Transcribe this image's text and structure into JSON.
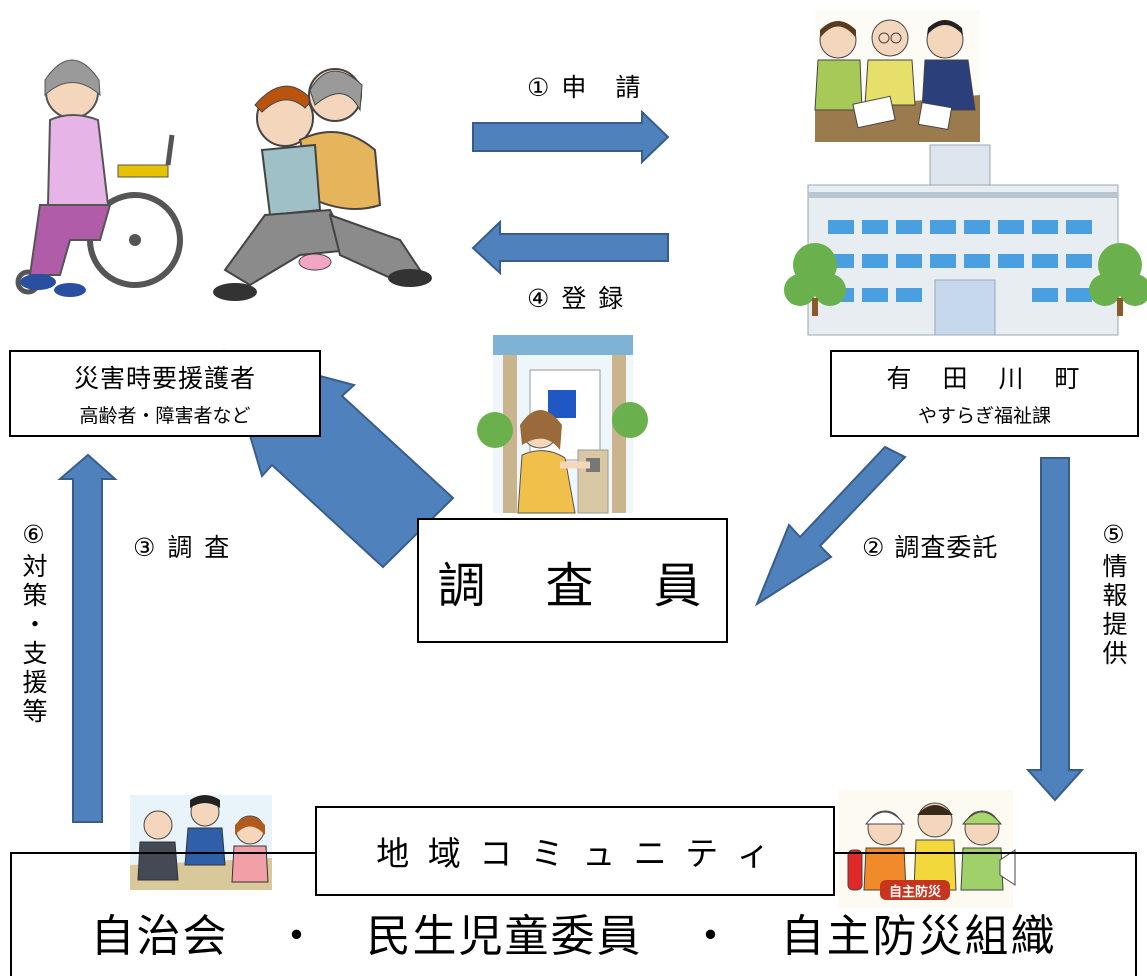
{
  "steps": {
    "apply": "① 申　請",
    "register": "④ 登 録",
    "survey": "③ 調 査",
    "commission": "② 調査委託",
    "support": "⑥対策・支援等",
    "info": "⑤情報提供"
  },
  "boxes": {
    "people_title": "災害時要援護者",
    "people_sub": "高齢者・障害者など",
    "town_title": "有　田　川　町",
    "town_dept": "やすらぎ福祉課",
    "surveyor": "調　査　員",
    "community": "地 域 コ ミ ュ ニ テ ィ",
    "orgs": "自治会　・　民生児童委員　・　自主防災組織"
  },
  "badge": "自主防災",
  "colors": {
    "arrow_fill": "#4f81bd",
    "arrow_stroke": "#385d8a"
  },
  "icons": {
    "people": "elderly-wheelchair-and-carry-illustration",
    "consult": "consultation-meeting-illustration",
    "office": "town-office-building-illustration",
    "visitor": "survey-visitor-illustration",
    "meeting": "community-meeting-illustration",
    "firefighters": "volunteer-disaster-group-illustration"
  }
}
